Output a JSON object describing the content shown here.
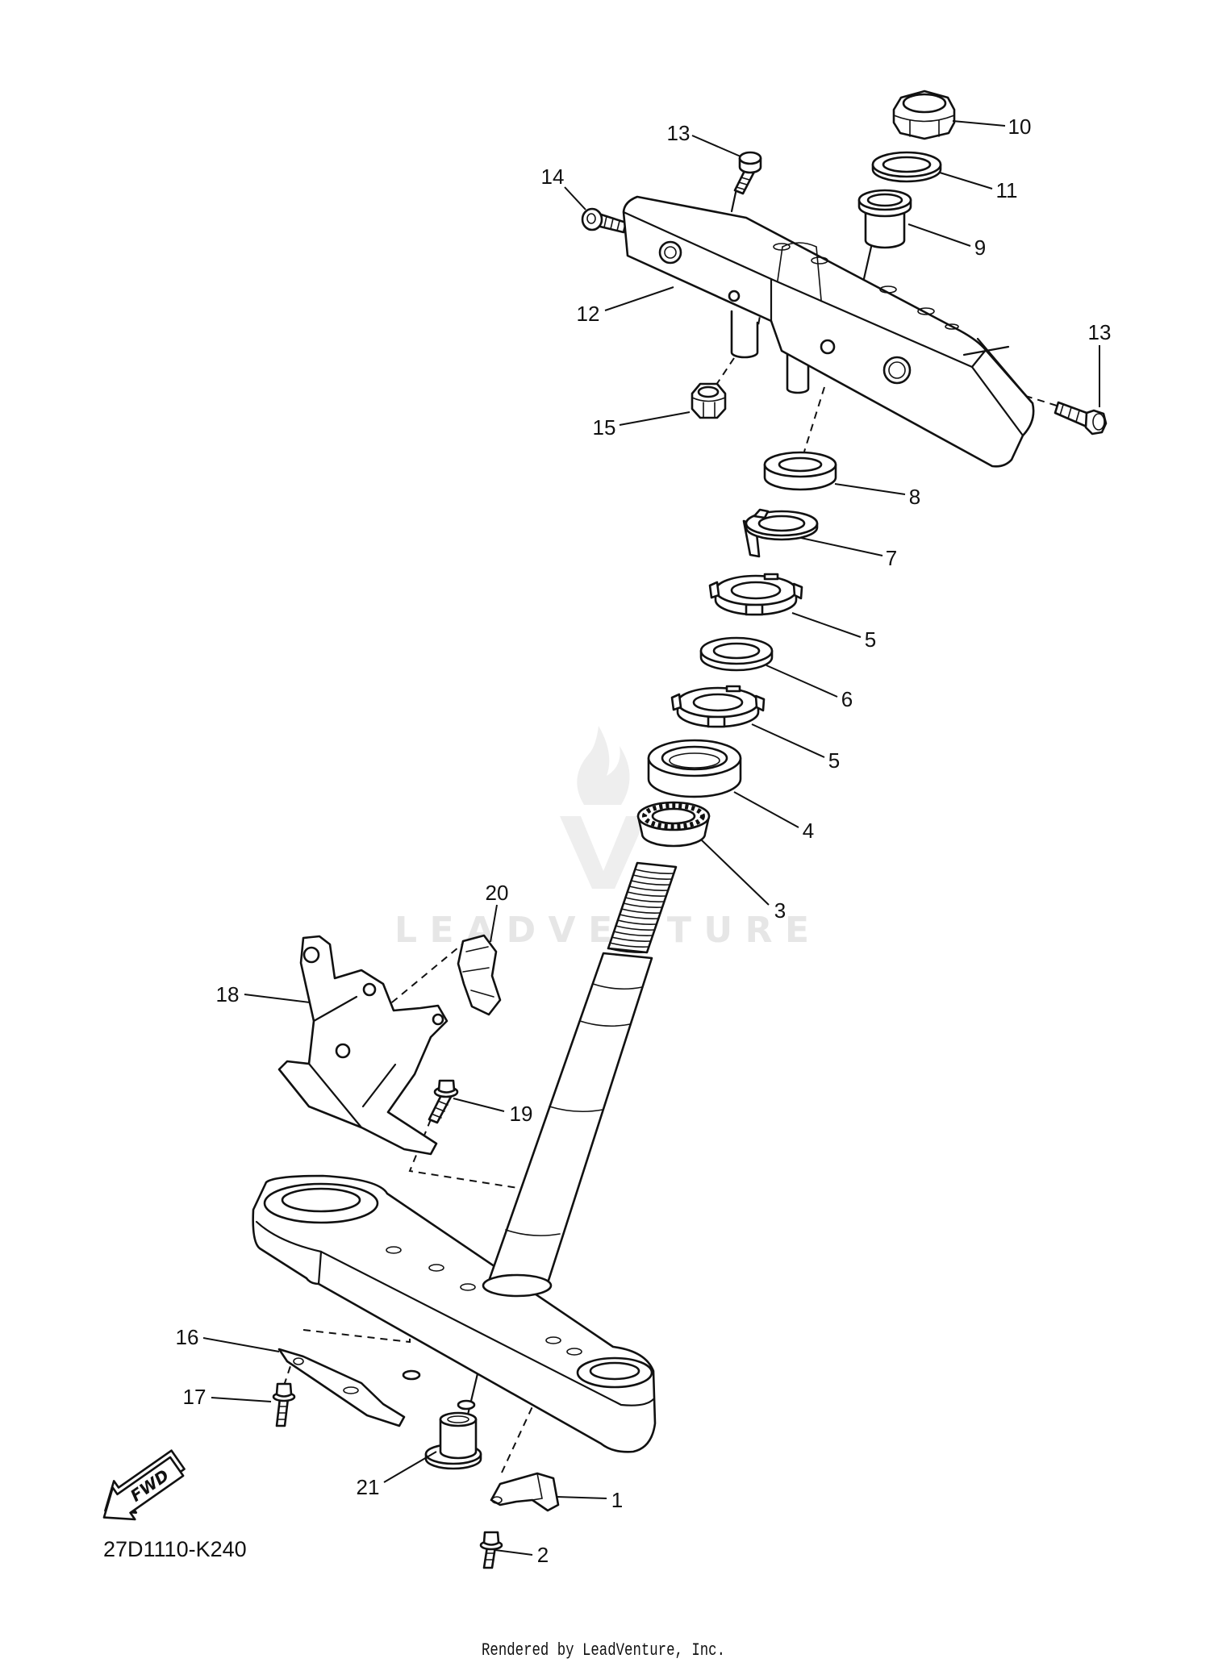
{
  "callouts": {
    "c1": "1",
    "c2": "2",
    "c3": "3",
    "c4": "4",
    "c5a": "5",
    "c5b": "5",
    "c6": "6",
    "c7": "7",
    "c8": "8",
    "c9": "9",
    "c10": "10",
    "c11": "11",
    "c12": "12",
    "c13a": "13",
    "c13b": "13",
    "c14": "14",
    "c15": "15",
    "c16": "16",
    "c17": "17",
    "c18": "18",
    "c19": "19",
    "c20": "20",
    "c21": "21"
  },
  "diagram_code": "27D1110-K240",
  "fwd_label": "FWD",
  "watermark": "LEADVENTURE",
  "credit": "Rendered by LeadVenture, Inc."
}
